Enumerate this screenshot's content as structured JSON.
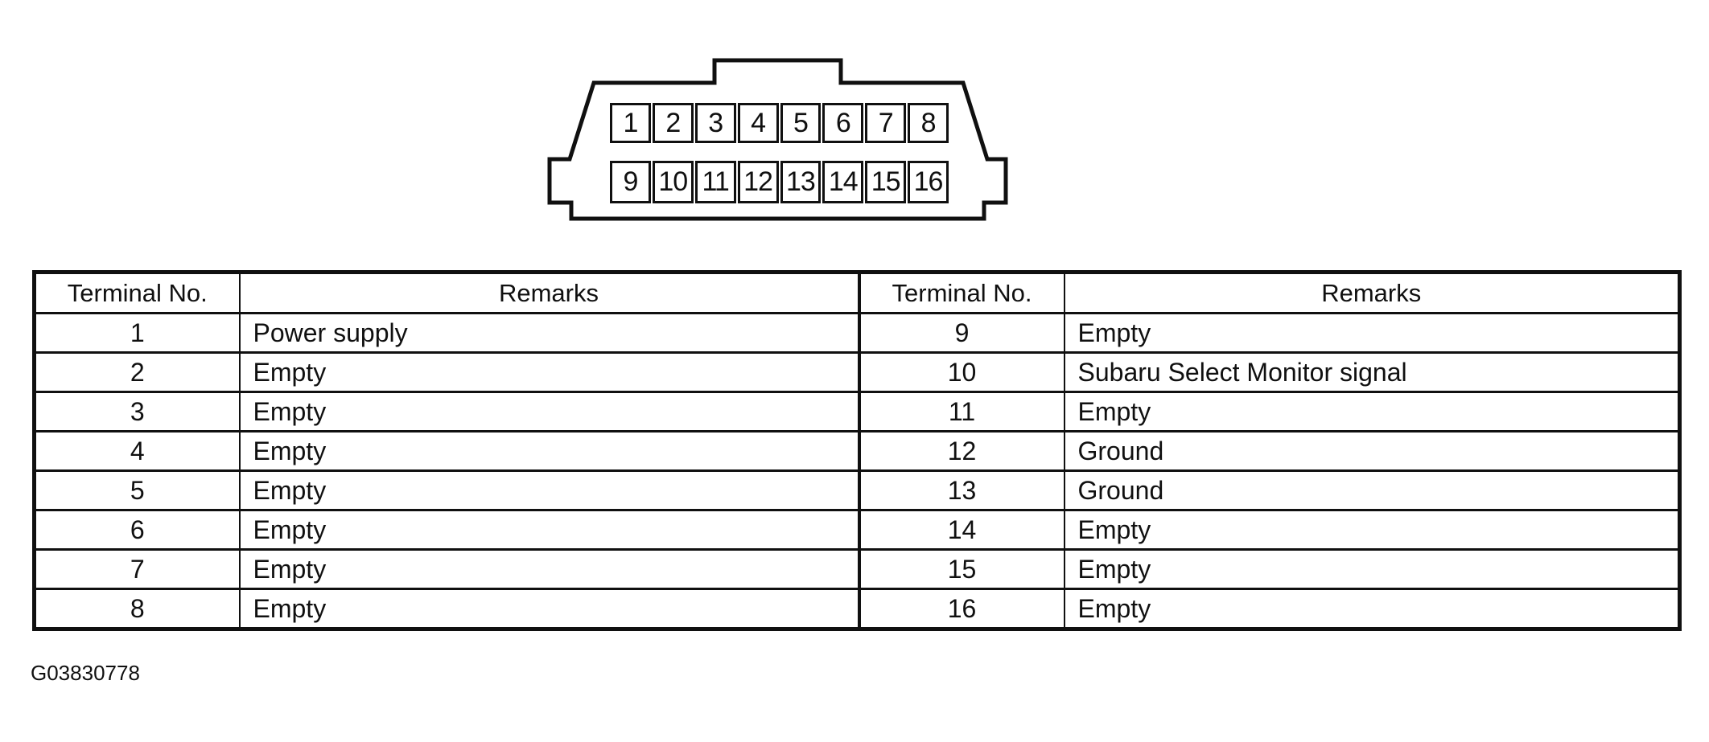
{
  "colors": {
    "ink": "#101010",
    "background": "#ffffff"
  },
  "connector": {
    "top_pins": [
      "1",
      "2",
      "3",
      "4",
      "5",
      "6",
      "7",
      "8"
    ],
    "bottom_pins": [
      "9",
      "10",
      "11",
      "12",
      "13",
      "14",
      "15",
      "16"
    ]
  },
  "table": {
    "headers": {
      "terminal_left": "Terminal No.",
      "remarks_left": "Remarks",
      "terminal_right": "Terminal No.",
      "remarks_right": "Remarks"
    },
    "rows": [
      {
        "terminal_left": "1",
        "remarks_left": "Power supply",
        "terminal_right": "9",
        "remarks_right": "Empty"
      },
      {
        "terminal_left": "2",
        "remarks_left": "Empty",
        "terminal_right": "10",
        "remarks_right": "Subaru Select Monitor signal"
      },
      {
        "terminal_left": "3",
        "remarks_left": "Empty",
        "terminal_right": "11",
        "remarks_right": "Empty"
      },
      {
        "terminal_left": "4",
        "remarks_left": "Empty",
        "terminal_right": "12",
        "remarks_right": "Ground"
      },
      {
        "terminal_left": "5",
        "remarks_left": "Empty",
        "terminal_right": "13",
        "remarks_right": "Ground"
      },
      {
        "terminal_left": "6",
        "remarks_left": "Empty",
        "terminal_right": "14",
        "remarks_right": "Empty"
      },
      {
        "terminal_left": "7",
        "remarks_left": "Empty",
        "terminal_right": "15",
        "remarks_right": "Empty"
      },
      {
        "terminal_left": "8",
        "remarks_left": "Empty",
        "terminal_right": "16",
        "remarks_right": "Empty"
      }
    ]
  },
  "caption": "G03830778"
}
